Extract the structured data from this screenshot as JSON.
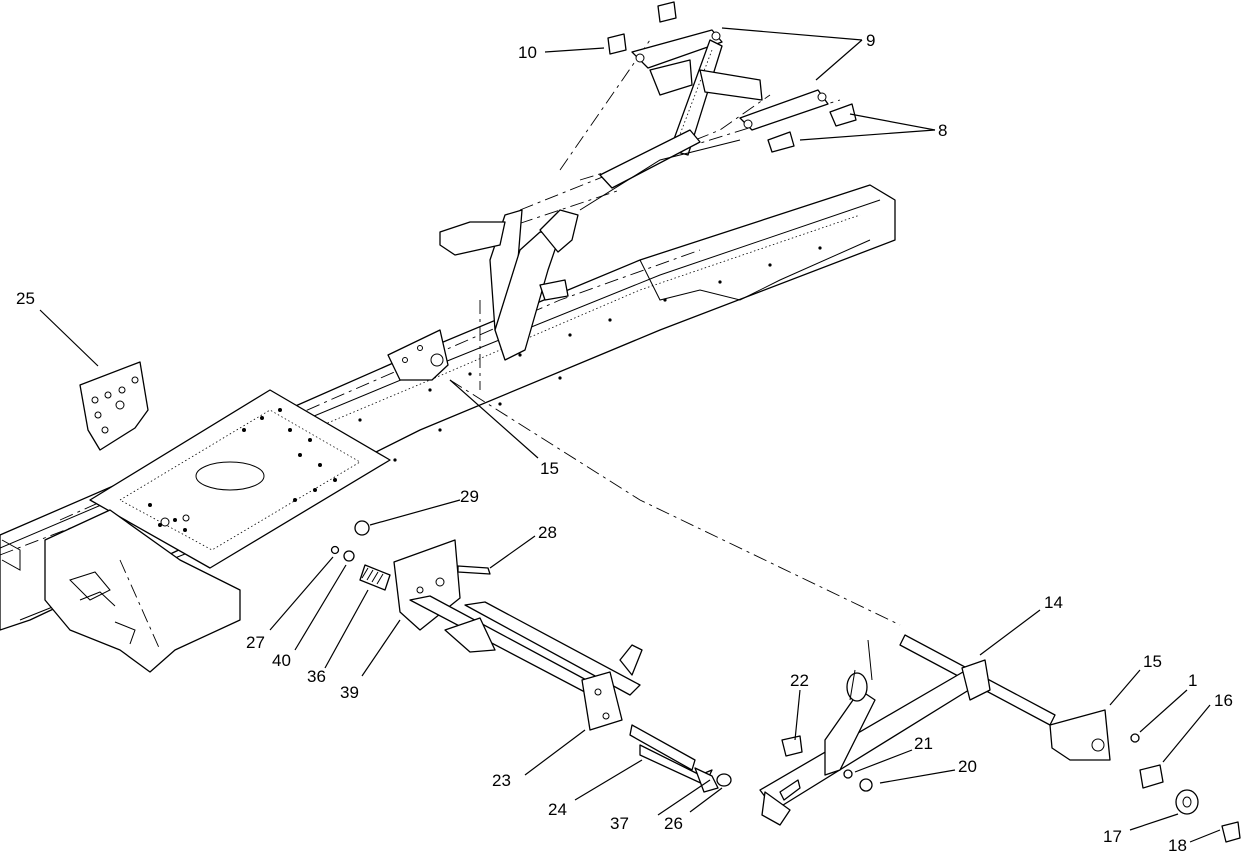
{
  "callouts": [
    {
      "id": "c1",
      "label": "1"
    },
    {
      "id": "c8",
      "label": "8"
    },
    {
      "id": "c9",
      "label": "9"
    },
    {
      "id": "c10",
      "label": "10"
    },
    {
      "id": "c14",
      "label": "14"
    },
    {
      "id": "c15a",
      "label": "15"
    },
    {
      "id": "c15b",
      "label": "15"
    },
    {
      "id": "c16",
      "label": "16"
    },
    {
      "id": "c17",
      "label": "17"
    },
    {
      "id": "c18",
      "label": "18"
    },
    {
      "id": "c20",
      "label": "20"
    },
    {
      "id": "c21",
      "label": "21"
    },
    {
      "id": "c22",
      "label": "22"
    },
    {
      "id": "c23",
      "label": "23"
    },
    {
      "id": "c24",
      "label": "24"
    },
    {
      "id": "c25",
      "label": "25"
    },
    {
      "id": "c26",
      "label": "26"
    },
    {
      "id": "c27",
      "label": "27"
    },
    {
      "id": "c28",
      "label": "28"
    },
    {
      "id": "c29",
      "label": "29"
    },
    {
      "id": "c36",
      "label": "36"
    },
    {
      "id": "c37",
      "label": "37"
    },
    {
      "id": "c39",
      "label": "39"
    },
    {
      "id": "c40",
      "label": "40"
    }
  ]
}
